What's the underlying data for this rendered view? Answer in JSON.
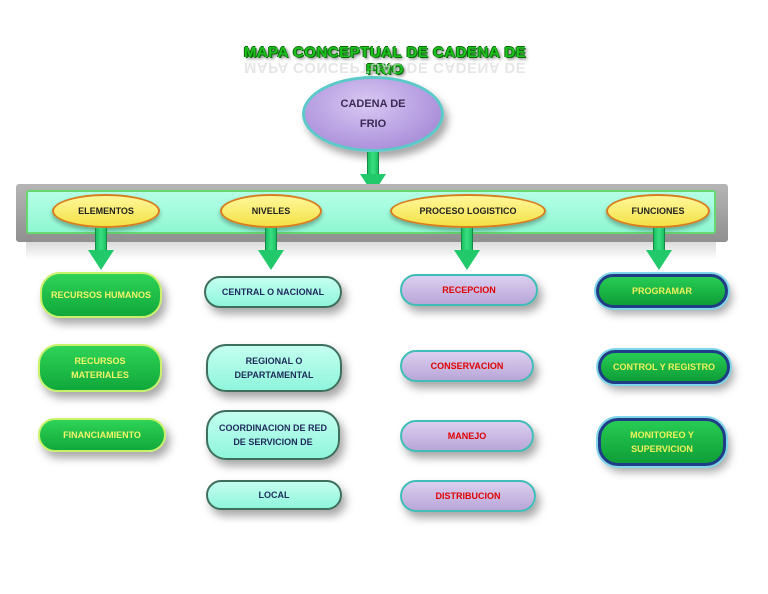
{
  "title": "MAPA CONCEPTUAL DE CADENA DE FRIO",
  "root": {
    "line1": "CADENA DE",
    "line2": "FRIO"
  },
  "categories": [
    {
      "label": "ELEMENTOS"
    },
    {
      "label": "NIVELES"
    },
    {
      "label": "PROCESO LOGISTICO"
    },
    {
      "label": "FUNCIONES"
    }
  ],
  "elementos": [
    "RECURSOS HUMANOS",
    "RECURSOS MATERIALES",
    "FINANCIAMIENTO"
  ],
  "niveles": [
    "CENTRAL O NACIONAL",
    "REGIONAL O DEPARTAMENTAL",
    "COORDINACION DE RED DE SERVICION DE",
    "LOCAL"
  ],
  "proceso_logistico": [
    "RECEPCION",
    "CONSERVACION",
    "MANEJO",
    "DISTRIBUCION"
  ],
  "funciones": [
    "PROGRAMAR",
    "CONTROL Y REGISTRO",
    "MONITOREO Y SUPERVICION"
  ],
  "colors": {
    "title_green": "#1ec21e",
    "band_fill": "#a6fbdc",
    "category_fill": "#f7ea5e",
    "green_box": "#1bbd47",
    "teal_box": "#aaf9e6",
    "purple_box": "#c9b9e4",
    "red_text": "#e00000",
    "arrow_green": "#22c96a"
  }
}
